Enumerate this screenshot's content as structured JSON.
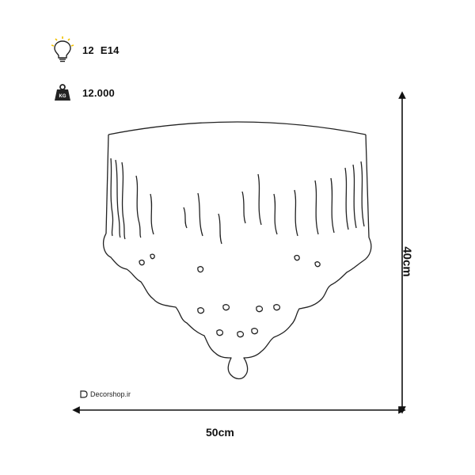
{
  "specs": {
    "bulb": {
      "icon": "light-bulb-icon",
      "count": "12",
      "socket": "E14"
    },
    "weight": {
      "icon": "weight-kg-icon",
      "badge": "KG",
      "value": "12.000"
    }
  },
  "dimensions": {
    "width": "50cm",
    "height": "40cm"
  },
  "brand": {
    "name": "Decorshop.ir"
  },
  "colors": {
    "line": "#222222",
    "background": "#ffffff"
  }
}
